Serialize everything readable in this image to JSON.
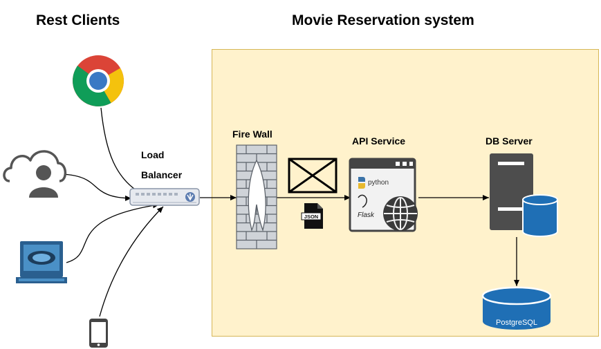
{
  "titles": {
    "clients": "Rest Clients",
    "system": "Movie Reservation system"
  },
  "labels": {
    "load_balancer_line1": "Load",
    "load_balancer_line2": "Balancer",
    "firewall": "Fire Wall",
    "api_service": "API Service",
    "db_server": "DB Server",
    "json_tag": "JSON",
    "python_logo_text": "python",
    "flask_logo_text": "Flask",
    "database": "PostgreSQL"
  },
  "colors": {
    "system_fill": "#fff2cc",
    "system_border": "#d6b656",
    "server_gray": "#4d4d4d",
    "db_blue": "#1f6fb5",
    "brick_fill": "#cfd3d8",
    "brick_line": "#5b6169"
  },
  "icons": [
    "chrome-icon",
    "cloud-user-icon",
    "desktop-computer-icon",
    "mobile-phone-icon",
    "load-balancer-icon",
    "firewall-icon",
    "envelope-icon",
    "json-file-icon",
    "api-window-icon",
    "server-icon",
    "database-icon"
  ]
}
